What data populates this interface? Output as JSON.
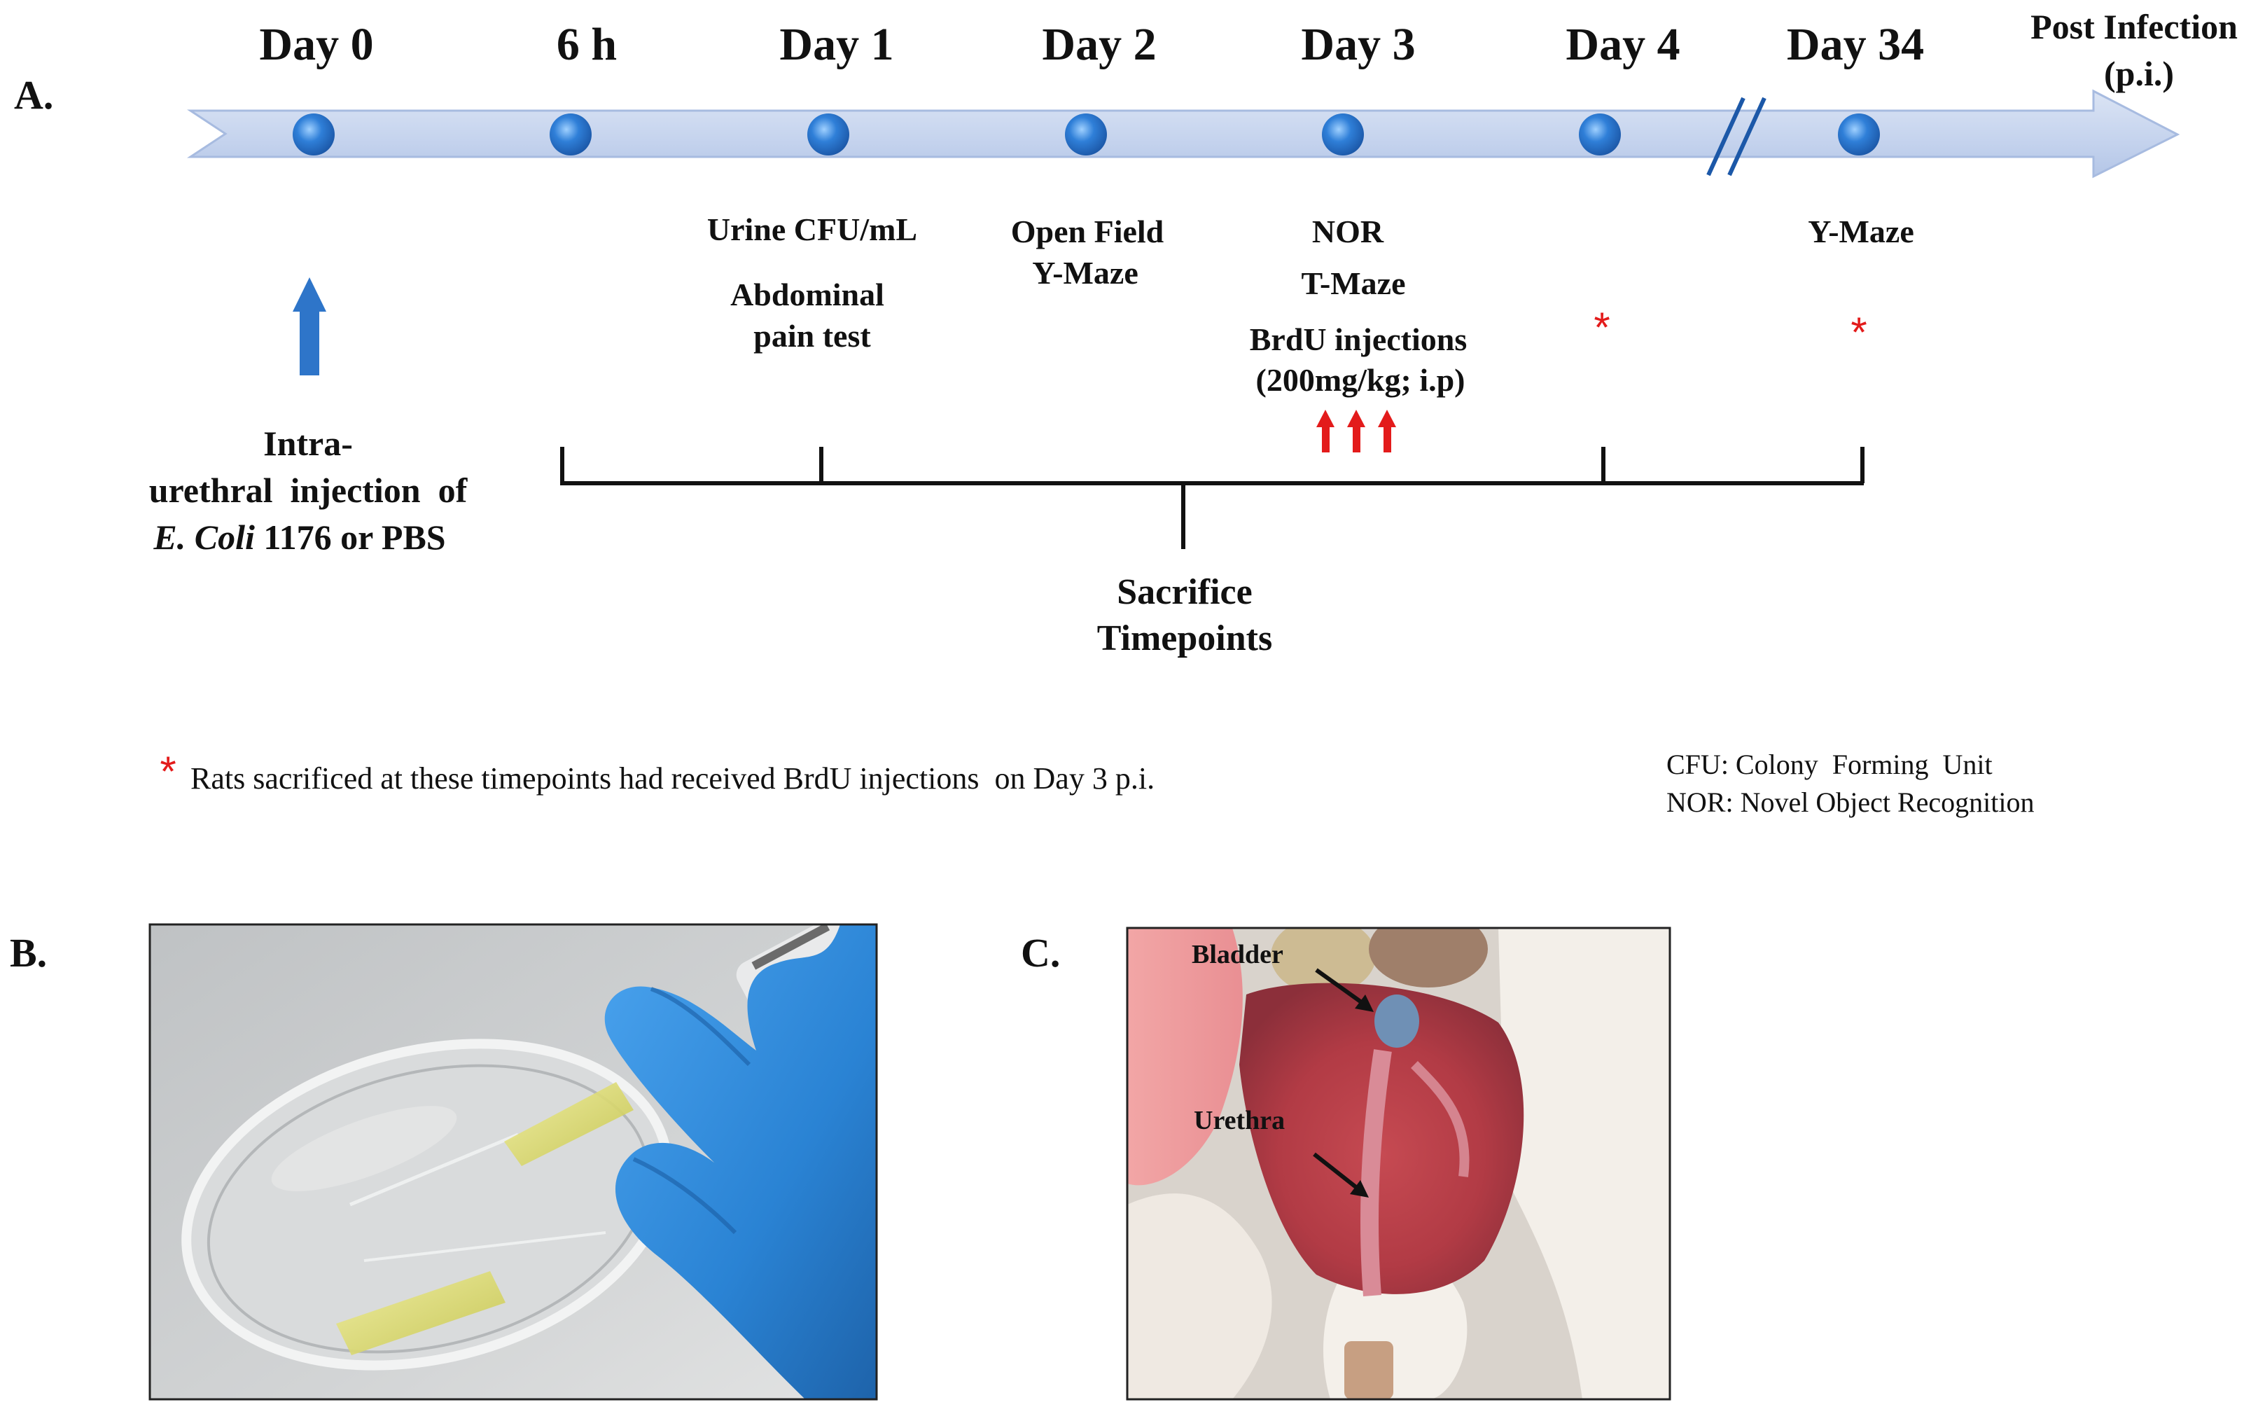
{
  "panels": {
    "a_label": "A.",
    "b_label": "B.",
    "c_label": "C."
  },
  "colors": {
    "timeline_bar": "#c9d6ee",
    "timeline_edge": "#a9bde3",
    "node": "#2f7fd8",
    "arrow_blue": "#2e75c9",
    "red": "#e31b1b",
    "ink": "#111111",
    "glove_blue": "#2f86d6",
    "needle_yellow": "#d7d65c",
    "tissue_red": "#c4474f"
  },
  "timeline": {
    "days": [
      {
        "label": "Day 0"
      },
      {
        "label": "6 h"
      },
      {
        "label": "Day 1"
      },
      {
        "label": "Day 2"
      },
      {
        "label": "Day 3"
      },
      {
        "label": "Day 4"
      },
      {
        "label": "Day 34"
      }
    ],
    "end_label_1": "Post Infection",
    "end_label_2": "(p.i.)"
  },
  "injection": {
    "line1": "Intra-",
    "line2": "urethral  injection  of",
    "line3_italic": "E. Coli",
    "line3_rest": " 1176 or PBS"
  },
  "tests": {
    "day1_a": "Urine CFU/mL",
    "day1_b1": "Abdominal",
    "day1_b2": "pain test",
    "day2_a": "Open Field",
    "day2_b": "Y-Maze",
    "day3_a": "NOR",
    "day3_b": "T-Maze",
    "day3_c": "BrdU injections",
    "day3_d": "(200mg/kg; i.p)",
    "day34_a": "Y-Maze",
    "star": "*"
  },
  "sacrifice": {
    "line1": "Sacrifice",
    "line2": "Timepoints"
  },
  "footnote": {
    "star": "*",
    "text": "Rats sacrificed at these timepoints had received BrdU injections  on Day 3 p.i."
  },
  "abbreviations": {
    "cfu": "CFU: Colony  Forming  Unit",
    "nor": "NOR: Novel Object Recognition"
  },
  "photo_c": {
    "bladder": "Bladder",
    "urethra": "Urethra"
  }
}
